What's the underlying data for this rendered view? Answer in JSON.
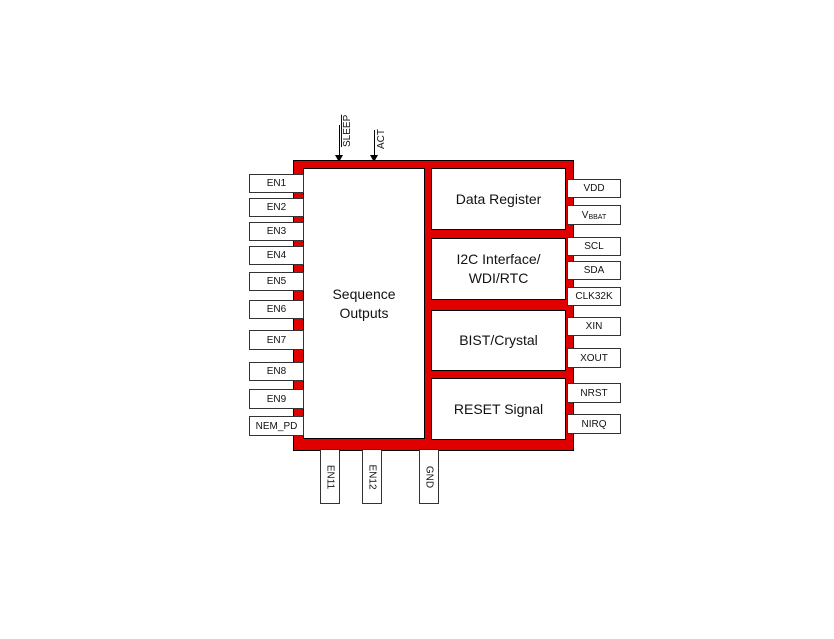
{
  "blocks": {
    "sequence": {
      "line1": "Sequence",
      "line2": "Outputs"
    },
    "data_register": "Data Register",
    "i2c": {
      "line1": "I2C Interface/",
      "line2": "WDI/RTC"
    },
    "bist": "BIST/Crystal",
    "reset": "RESET Signal"
  },
  "left_pins": [
    "EN1",
    "EN2",
    "EN3",
    "EN4",
    "EN5",
    "EN6",
    "EN7",
    "EN8",
    "EN9",
    "NEM_PD"
  ],
  "right_pins": {
    "vdd": "VDD",
    "vbat_v": "V",
    "vbat_sub": "BBAT",
    "scl": "SCL",
    "sda": "SDA",
    "clk32k": "CLK32K",
    "xin": "XIN",
    "xout": "XOUT",
    "nrst": "NRST",
    "nirq": "NIRQ"
  },
  "bottom_pins": {
    "en11": "EN11",
    "en12": "EN12",
    "gnd": "GND"
  },
  "top_signals": {
    "sleep": "SLEEP",
    "act": "ACT"
  },
  "colors": {
    "chip": "#e00000"
  }
}
